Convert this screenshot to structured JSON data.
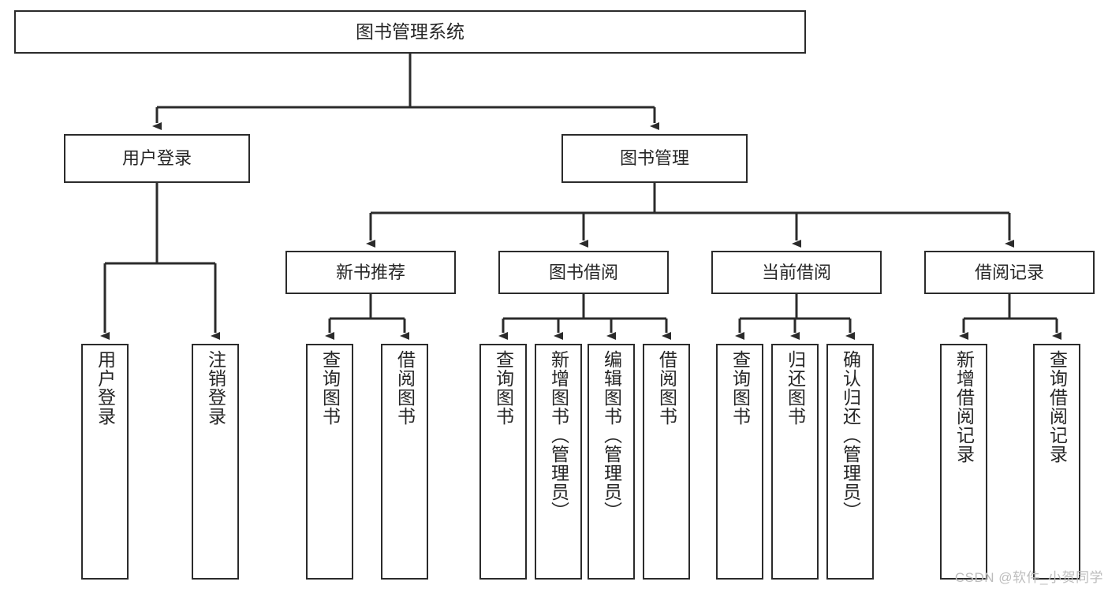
{
  "diagram": {
    "title": "图书管理系统",
    "type": "tree",
    "watermark": "CSDN @软件_小贺同学",
    "colors": {
      "stroke": "#2b2b2b",
      "text": "#262626",
      "background": "#ffffff",
      "watermark": "#bdbdbd"
    },
    "nodes": {
      "root": {
        "label": "图书管理系统"
      },
      "level1": [
        {
          "id": "user-login",
          "label": "用户登录"
        },
        {
          "id": "book-management",
          "label": "图书管理"
        }
      ],
      "level2": [
        {
          "id": "new-book-recommend",
          "label": "新书推荐"
        },
        {
          "id": "book-borrow",
          "label": "图书借阅"
        },
        {
          "id": "current-borrow",
          "label": "当前借阅"
        },
        {
          "id": "borrow-record",
          "label": "借阅记录"
        }
      ],
      "leaves": {
        "user_login": [
          {
            "id": "leaf-user-login",
            "label": "用户登录"
          },
          {
            "id": "leaf-logout-login",
            "label": "注销登录"
          }
        ],
        "new_book_recommend": [
          {
            "id": "leaf-query-book-1",
            "label": "查询图书"
          },
          {
            "id": "leaf-borrow-book-1",
            "label": "借阅图书"
          }
        ],
        "book_borrow": [
          {
            "id": "leaf-query-book-2",
            "label": "查询图书"
          },
          {
            "id": "leaf-add-book",
            "label": "新增图书（管理员）"
          },
          {
            "id": "leaf-edit-book",
            "label": "编辑图书（管理员）"
          },
          {
            "id": "leaf-borrow-book-2",
            "label": "借阅图书"
          }
        ],
        "current_borrow": [
          {
            "id": "leaf-query-book-3",
            "label": "查询图书"
          },
          {
            "id": "leaf-return-book",
            "label": "归还图书"
          },
          {
            "id": "leaf-confirm-return",
            "label": "确认归还（管理员）"
          }
        ],
        "borrow_record": [
          {
            "id": "leaf-add-record",
            "label": "新增借阅记录"
          },
          {
            "id": "leaf-query-record",
            "label": "查询借阅记录"
          }
        ]
      }
    }
  }
}
